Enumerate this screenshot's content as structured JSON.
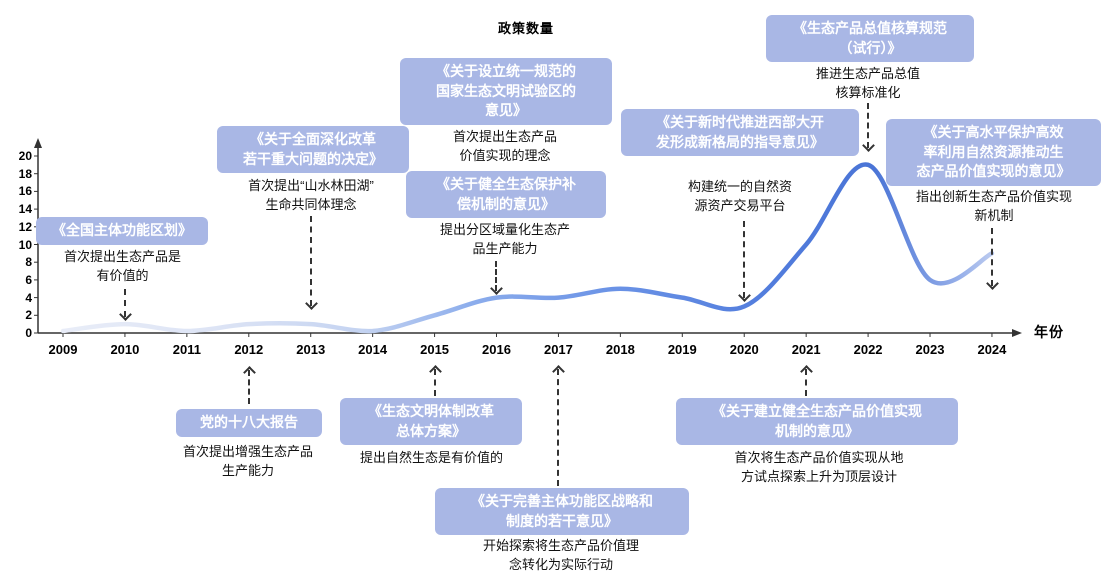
{
  "legend": {
    "label": "政策数量"
  },
  "axis": {
    "x_label": "年份"
  },
  "chart_data": {
    "type": "line",
    "title": "",
    "xlabel": "年份",
    "ylabel": "",
    "ylim": [
      0,
      20
    ],
    "y_ticks": [
      0,
      2,
      4,
      6,
      8,
      10,
      12,
      14,
      16,
      18,
      20
    ],
    "grid": false,
    "legend_position": "top-center",
    "x": [
      2009,
      2010,
      2011,
      2012,
      2013,
      2014,
      2015,
      2016,
      2017,
      2018,
      2019,
      2020,
      2021,
      2022,
      2023,
      2024
    ],
    "series": [
      {
        "name": "政策数量",
        "values": [
          0,
          1,
          0,
          1,
          1,
          0,
          2,
          4,
          4,
          5,
          4,
          3,
          10,
          19,
          6,
          9
        ]
      }
    ]
  },
  "annotations_above": [
    {
      "title": "《全国主体功能区划》",
      "desc": "首次提出生态产品是\n有价值的"
    },
    {
      "title": "《关于全面深化改革\n若干重大问题的决定》",
      "desc": "首次提出“山水林田湖”\n生命共同体理念"
    },
    {
      "title": "《关于设立统一规范的\n国家生态文明试验区的\n意见》",
      "desc": "首次提出生态产品\n价值实现的理念"
    },
    {
      "title": "《关于健全生态保护补\n偿机制的意见》",
      "desc": "提出分区域量化生态产\n品生产能力"
    },
    {
      "title": "《关于新时代推进西部大开\n发形成新格局的指导意见》",
      "desc": "构建统一的自然资\n源资产交易平台"
    },
    {
      "title": "《生态产品总值核算规范\n（试行）》",
      "desc": "推进生态产品总值\n核算标准化"
    },
    {
      "title": "《关于高水平保护高效\n率利用自然资源推动生\n态产品价值实现的意见》",
      "desc": "指出创新生态产品价值实现\n新机制"
    }
  ],
  "annotations_below": [
    {
      "title": "党的十八大报告",
      "desc": "首次提出增强生态产品\n生产能力"
    },
    {
      "title": "《生态文明体制改革\n总体方案》",
      "desc": "提出自然生态是有价值的"
    },
    {
      "title": "《关于完善主体功能区战略和\n制度的若干意见》",
      "desc": "开始探索将生态产品价值理\n念转化为实际行动"
    },
    {
      "title": "《关于建立健全生态产品价值实现\n机制的意见》",
      "desc": "首次将生态产品价值实现从地\n方试点探索上升为顶层设计"
    }
  ]
}
